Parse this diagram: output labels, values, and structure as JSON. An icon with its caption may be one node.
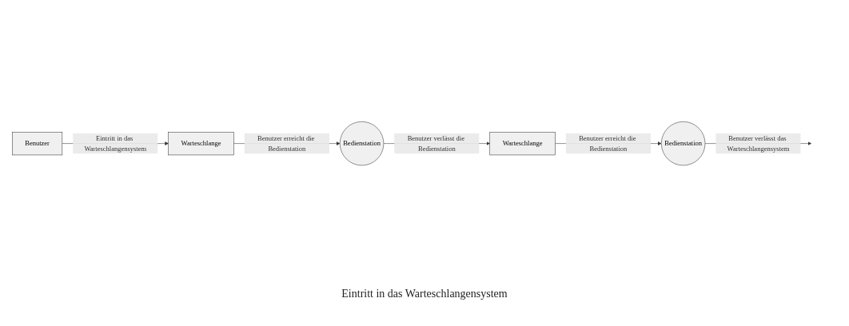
{
  "diagram": {
    "nodes": [
      {
        "text": [
          "Benutzer"
        ]
      },
      {
        "text": [
          "Warteschlange"
        ]
      },
      {
        "text": [
          "Bedienstation"
        ]
      },
      {
        "text": [
          "Warteschlange"
        ]
      },
      {
        "text": [
          "Bedienstation"
        ]
      }
    ],
    "edges": [
      {
        "from": 0,
        "to": 1,
        "arrow": "to",
        "label": "Eintritt in das Warteschlangensystem"
      },
      {
        "from": 1,
        "to": 2,
        "arrow": "to",
        "label": "Benutzer erreicht die Bedienstation"
      },
      {
        "from": 2,
        "to": 3,
        "arrow": "to",
        "label": "Benutzer verlässt die Bedienstation"
      },
      {
        "from": 3,
        "to": 4,
        "arrow": "to",
        "label": "Benutzer erreicht die Bedienstation"
      },
      {
        "from": 4,
        "to": null,
        "arrow": "to",
        "label": "Benutzer verlässt das Warteschlangensystem"
      }
    ],
    "labels": [
      "Eintritt in das Warteschlangensystem"
    ]
  }
}
